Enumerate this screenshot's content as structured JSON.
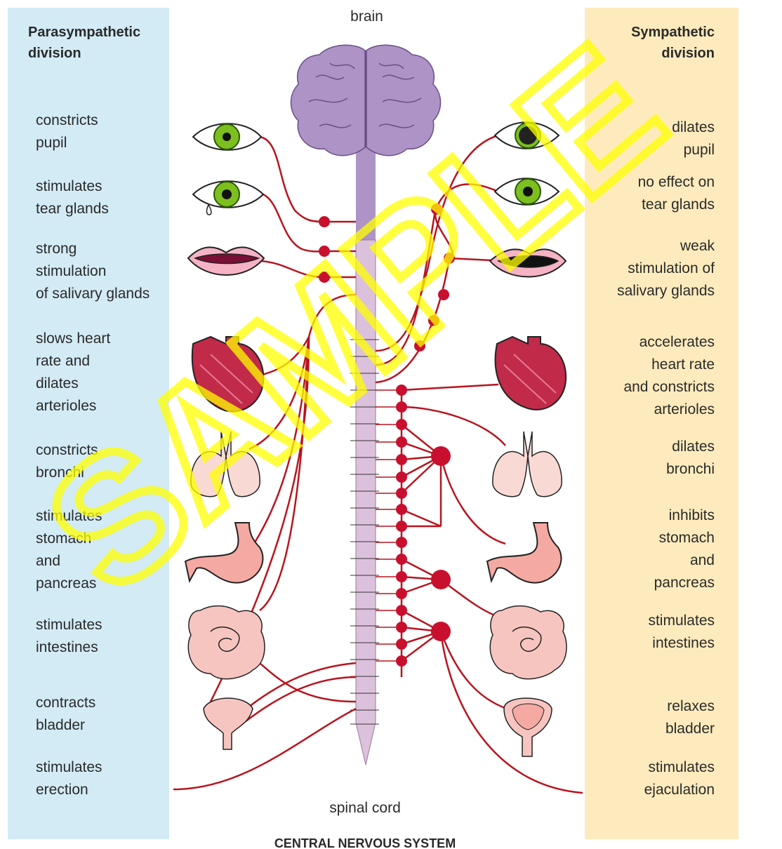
{
  "colors": {
    "parasympathetic_bg": "#d3ebf5",
    "sympathetic_bg": "#feebbd",
    "brain": "#ae93c7",
    "spinal_cord": "#dcc1dc",
    "nerve": "#b8141e",
    "ganglion": "#c8102e",
    "organ_red": "#c22a4a",
    "organ_pink": "#f4a9a2",
    "watermark": "#ffff00"
  },
  "header": {
    "brain_label": "brain"
  },
  "parasympathetic": {
    "title": "Parasympathetic\ndivision",
    "effects": [
      "constricts\npupil",
      "stimulates\ntear glands",
      "strong\nstimulation\nof salivary glands",
      "slows heart\nrate and\ndilates\narterioles",
      "constricts\nbronchi",
      "stimulates\nstomach\nand\npancreas",
      "stimulates\nintestines",
      "contracts\nbladder",
      "stimulates\nerection"
    ]
  },
  "sympathetic": {
    "title": "Sympathetic\ndivision",
    "effects": [
      "dilates\npupil",
      "no effect on\ntear glands",
      "weak\nstimulation of\nsalivary glands",
      "accelerates\nheart rate\nand constricts\narterioles",
      "dilates\nbronchi",
      "inhibits\nstomach\nand\npancreas",
      "stimulates\nintestines",
      "relaxes\nbladder",
      "stimulates\nejaculation"
    ]
  },
  "organs": [
    "eye-icon",
    "tearing-eye-icon",
    "mouth-icon",
    "heart-icon",
    "lungs-icon",
    "stomach-icon",
    "intestines-icon",
    "bladder-icon"
  ],
  "footer": {
    "spinal_cord_label": "spinal cord",
    "cns_title": "CENTRAL NERVOUS SYSTEM"
  },
  "watermark": "SAMPLE"
}
